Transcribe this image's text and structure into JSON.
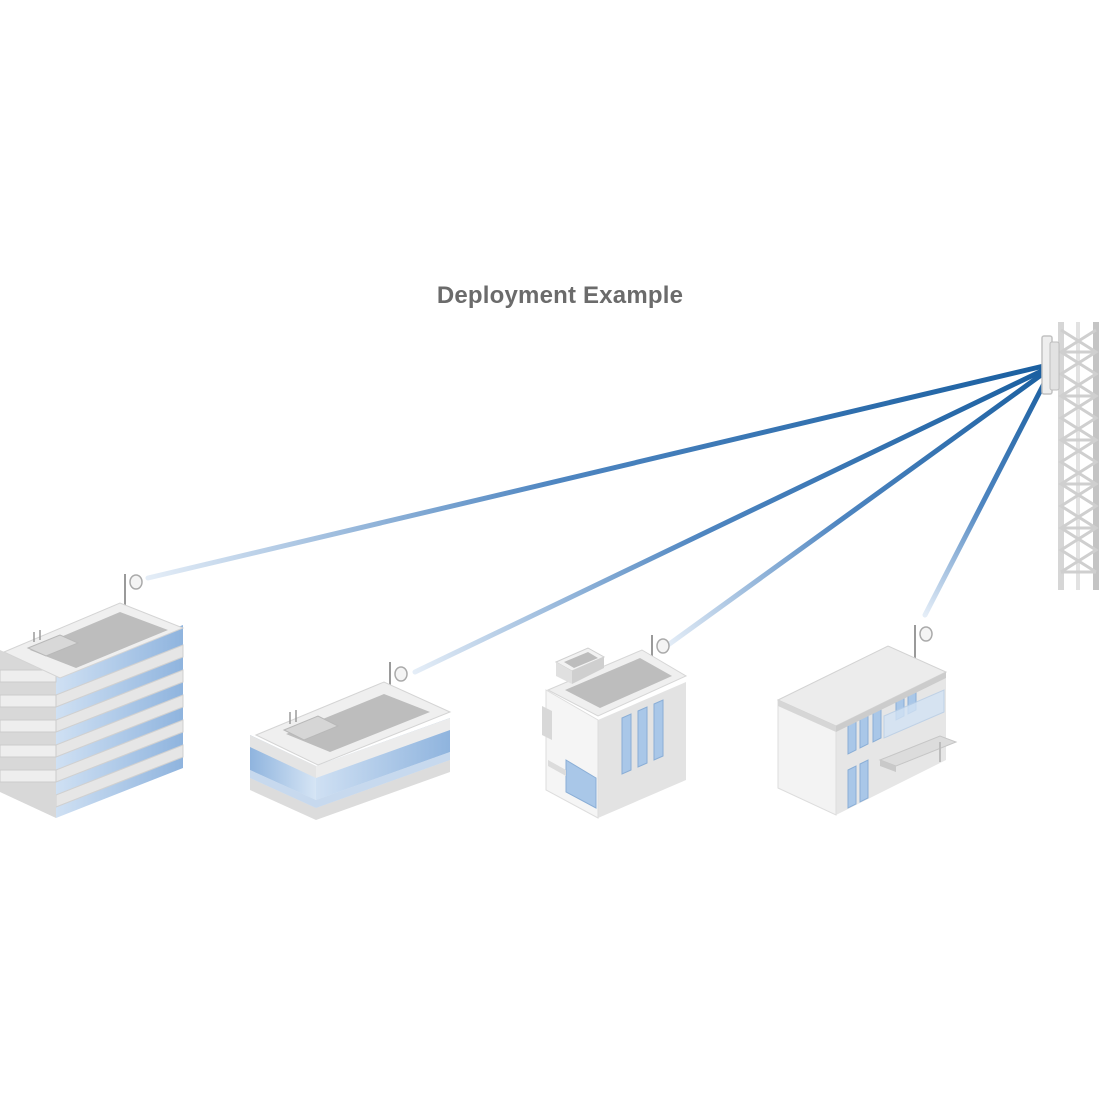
{
  "diagram": {
    "title": "Deployment Example",
    "colors": {
      "link_strong": "#1a5fa0",
      "link_fade": "#dbe7f5",
      "glass": "#a9c7e8",
      "wall_light": "#f2f2f2",
      "wall_mid": "#dedede",
      "wall_dark": "#c9c9c9",
      "roof": "#b9b9b9",
      "tower": "#dcdcdc"
    },
    "nodes": [
      {
        "id": "tower",
        "kind": "base-station-tower"
      },
      {
        "id": "office-tower",
        "kind": "multi-story-office-building"
      },
      {
        "id": "low-office",
        "kind": "low-rise-office-building"
      },
      {
        "id": "townhouse",
        "kind": "small-apartment-building"
      },
      {
        "id": "residence",
        "kind": "residential-house"
      }
    ],
    "links": [
      {
        "from": "tower",
        "to": "office-tower"
      },
      {
        "from": "tower",
        "to": "low-office"
      },
      {
        "from": "tower",
        "to": "townhouse"
      },
      {
        "from": "tower",
        "to": "residence"
      }
    ]
  }
}
